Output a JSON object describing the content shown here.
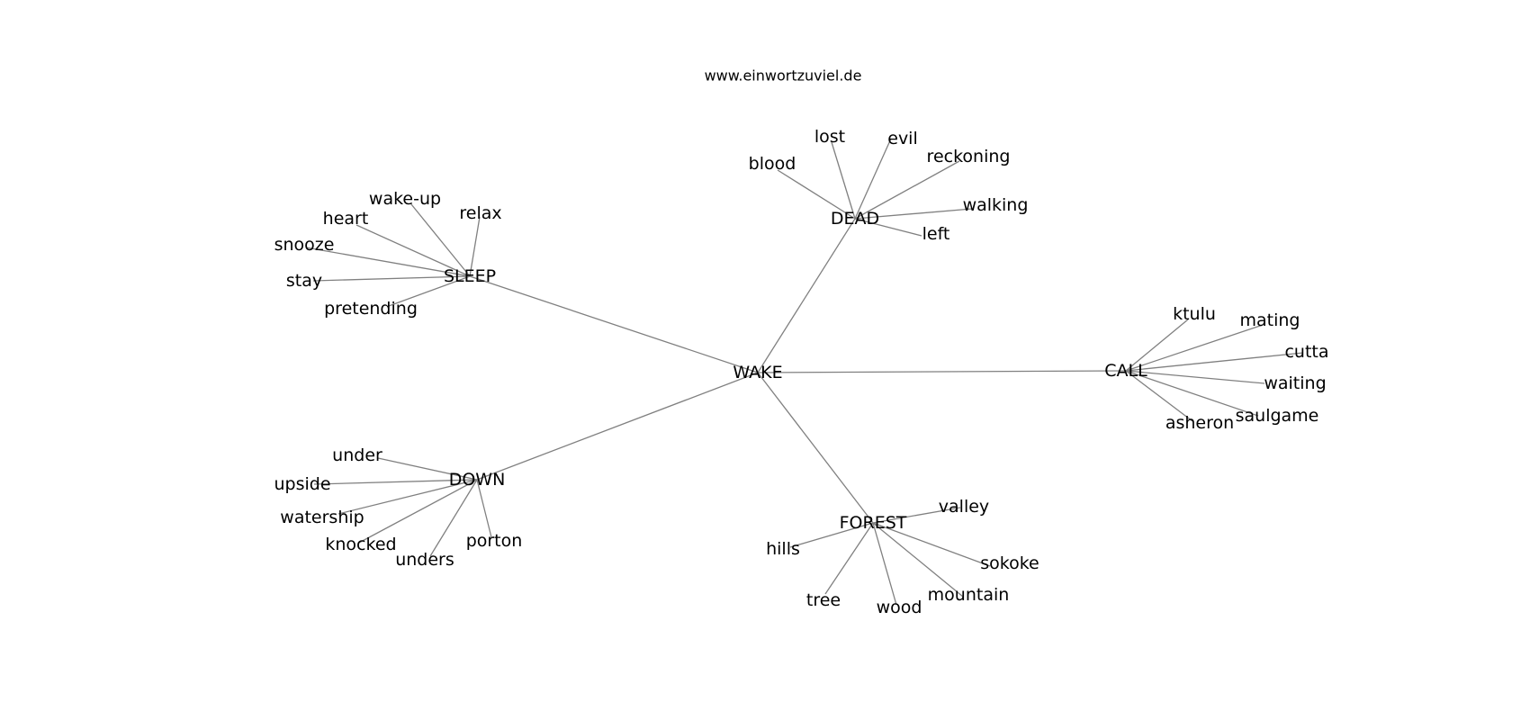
{
  "source": "www.einwortzuviel.de",
  "center": "WAKE",
  "clusters": [
    {
      "hub": "SLEEP",
      "words": [
        "wake-up",
        "heart",
        "relax",
        "snooze",
        "stay",
        "pretending"
      ]
    },
    {
      "hub": "DEAD",
      "words": [
        "lost",
        "evil",
        "blood",
        "reckoning",
        "walking",
        "left"
      ]
    },
    {
      "hub": "CALL",
      "words": [
        "ktulu",
        "mating",
        "cutta",
        "waiting",
        "saulgame",
        "asheron"
      ]
    },
    {
      "hub": "DOWN",
      "words": [
        "under",
        "upside",
        "watership",
        "knocked",
        "unders",
        "porton"
      ]
    },
    {
      "hub": "FOREST",
      "words": [
        "valley",
        "hills",
        "sokoke",
        "tree",
        "wood",
        "mountain"
      ]
    }
  ]
}
